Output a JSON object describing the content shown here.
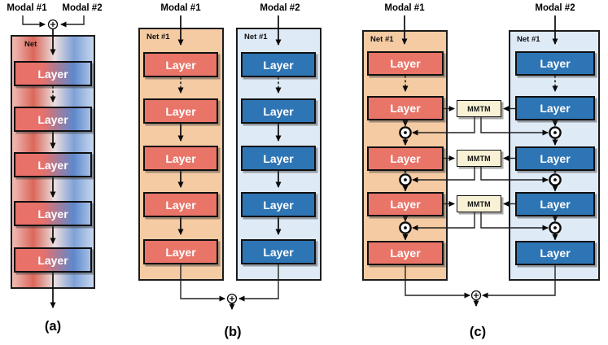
{
  "figure": {
    "panels": {
      "a": {
        "label": "(a)",
        "inputs": [
          "Modal #1",
          "Modal #2"
        ],
        "fusion_operator": "⊕",
        "net": {
          "name": "Net",
          "layers": [
            "Layer",
            "Layer",
            "Layer",
            "Layer",
            "Layer"
          ]
        }
      },
      "b": {
        "label": "(b)",
        "inputs": [
          "Modal #1",
          "Modal #2"
        ],
        "fusion_operator": "⊕",
        "nets": [
          {
            "name": "Net #1",
            "input": "Modal #1",
            "layers": [
              "Layer",
              "Layer",
              "Layer",
              "Layer",
              "Layer"
            ]
          },
          {
            "name": "Net #1",
            "input": "Modal #2",
            "layers": [
              "Layer",
              "Layer",
              "Layer",
              "Layer",
              "Layer"
            ]
          }
        ]
      },
      "c": {
        "label": "(c)",
        "inputs": [
          "Modal #1",
          "Modal #2"
        ],
        "fusion_operator": "⊕",
        "multiply_operator": "⊙",
        "mmtm_modules": [
          "MMTM",
          "MMTM",
          "MMTM"
        ],
        "nets": [
          {
            "name": "Net #1",
            "input": "Modal #1",
            "layers": [
              "Layer",
              "Layer",
              "Layer",
              "Layer",
              "Layer"
            ]
          },
          {
            "name": "Net #1",
            "input": "Modal #2",
            "layers": [
              "Layer",
              "Layer",
              "Layer",
              "Layer",
              "Layer"
            ]
          }
        ]
      }
    },
    "colors": {
      "salmon_layer": "#E97468",
      "peach_net": "#F5CBA3",
      "blue_layer": "#2E75B6",
      "light_blue_net": "#DEEAF6",
      "mmtm_cream": "#F8F1D6",
      "wire": "#1A1A1A"
    }
  }
}
